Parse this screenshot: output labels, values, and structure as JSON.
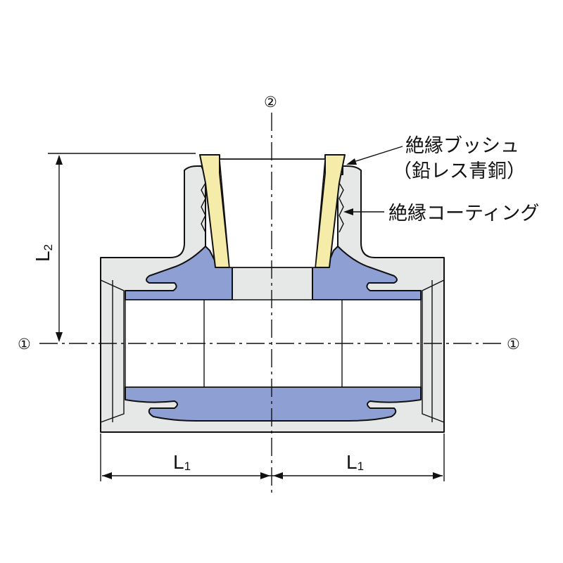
{
  "labels": {
    "bushing_line1": "絶縁ブッシュ",
    "bushing_line2": "（鉛レス青銅）",
    "coating": "絶縁コーティング",
    "dim_l1_left": "L",
    "dim_l1_left_sub": "1",
    "dim_l1_right": "L",
    "dim_l1_right_sub": "1",
    "dim_l2": "L",
    "dim_l2_sub": "2",
    "axis1_left": "①",
    "axis1_right": "①",
    "axis2_top": "②"
  },
  "colors": {
    "body_gray": "#e6e7e7",
    "coating_blue": "#8e9fd4",
    "bushing_yellow": "#f5ecaa",
    "line": "#111111"
  }
}
